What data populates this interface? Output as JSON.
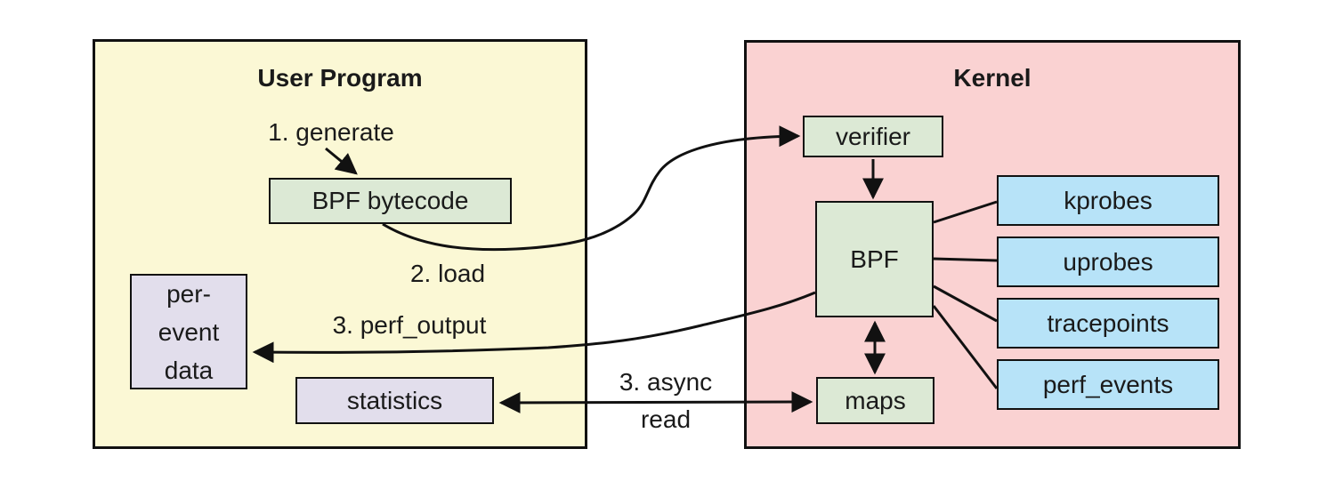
{
  "colors": {
    "user-bg": "#FBF8D5",
    "kernel-bg": "#FAD2D2",
    "green-box": "#DCE9D5",
    "blue-box": "#B7E3F8",
    "purple-box": "#E2DEEC",
    "line": "#111111"
  },
  "user_program": {
    "title": "User Program",
    "bpf_bytecode": "BPF bytecode",
    "per_event_data": {
      "lines": [
        "per-",
        "event",
        "data"
      ]
    },
    "statistics": "statistics"
  },
  "kernel": {
    "title": "Kernel",
    "verifier": "verifier",
    "bpf": "BPF",
    "maps": "maps",
    "hooks": [
      "kprobes",
      "uprobes",
      "tracepoints",
      "perf_events"
    ]
  },
  "flow_labels": {
    "generate": "1. generate",
    "load": "2. load",
    "perf_output": "3. perf_output",
    "async_read": [
      "3. async",
      "read"
    ]
  }
}
